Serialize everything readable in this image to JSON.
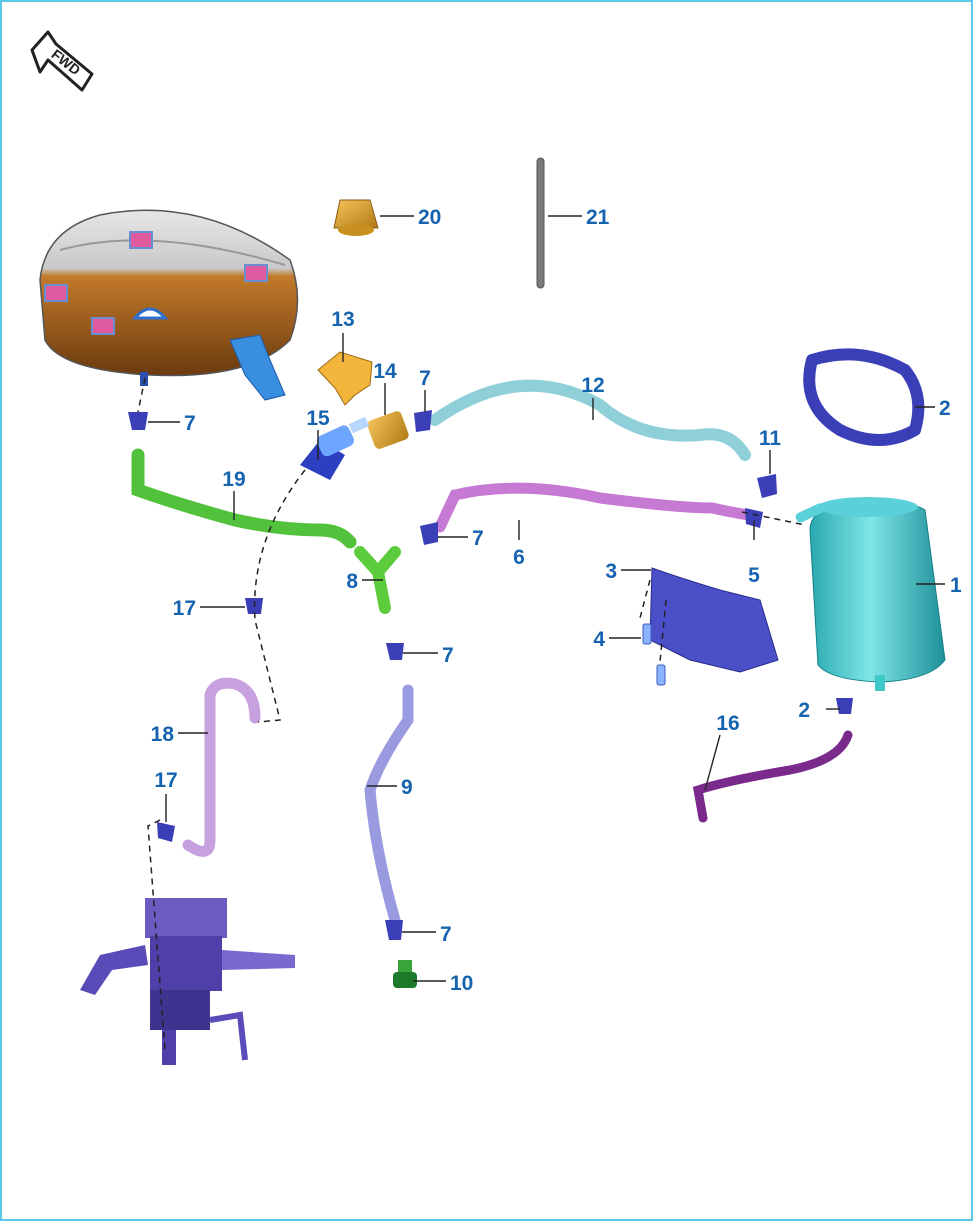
{
  "fwd_label": "FWD",
  "colors": {
    "frame": "#5cc7e6",
    "callout": "#1664b0",
    "clamp": "#3a3fb8",
    "tank": "#b56b1f",
    "canister": "#3fc9c9",
    "hose_green": "#52c23c",
    "hose_pink": "#c77ad4",
    "hose_cyan": "#8fcfd8",
    "hose_lavender": "#9a9ae0",
    "hose_purple": "#7a2a8a"
  },
  "callouts": {
    "c1": "1",
    "c2a": "2",
    "c2b": "2",
    "c3": "3",
    "c4": "4",
    "c5": "5",
    "c6": "6",
    "c7a": "7",
    "c7b": "7",
    "c7c": "7",
    "c7d": "7",
    "c7e": "7",
    "c8": "8",
    "c9": "9",
    "c10": "10",
    "c11": "11",
    "c12": "12",
    "c13": "13",
    "c14": "14",
    "c15": "15",
    "c16": "16",
    "c17a": "17",
    "c17b": "17",
    "c18": "18",
    "c19": "19",
    "c20": "20",
    "c21": "21"
  }
}
